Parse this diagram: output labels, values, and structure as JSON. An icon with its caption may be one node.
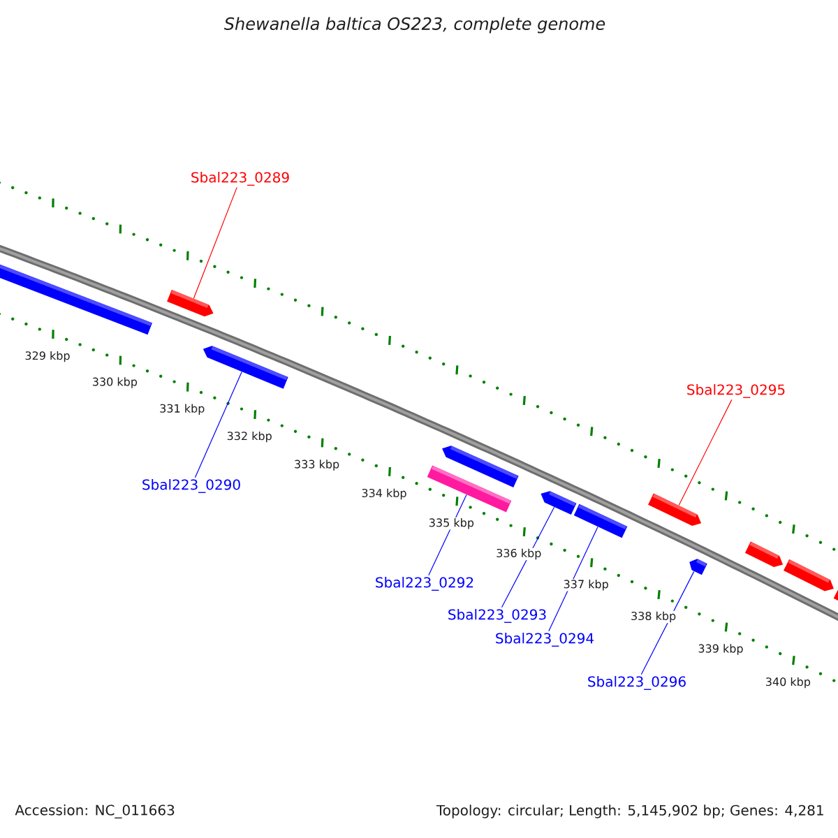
{
  "diagram": {
    "title": "Shewanella baltica OS223, complete genome",
    "nodes": [
      {
        "text": [],
        "shape": "arrow"
      },
      {
        "text": [],
        "shape": "arrow"
      },
      {
        "text": [],
        "shape": "arrow"
      },
      {
        "text": [],
        "shape": "arrow"
      },
      {
        "text": [],
        "shape": "arrow"
      },
      {
        "text": [],
        "shape": "arrow"
      },
      {
        "text": [],
        "shape": "arrow"
      },
      {
        "text": [],
        "shape": "arrow"
      },
      {
        "text": [],
        "shape": "arrow"
      },
      {
        "text": [],
        "shape": "arrow"
      },
      {
        "text": [],
        "shape": "arrow"
      },
      {
        "text": [],
        "shape": "arrow"
      },
      {
        "text": [
          "Sbal223_0289"
        ]
      },
      {
        "text": [
          "Sbal223_0290"
        ]
      },
      {
        "text": [
          "Sbal223_0292"
        ]
      },
      {
        "text": [
          "Sbal223_0293"
        ]
      },
      {
        "text": [
          "Sbal223_0294"
        ]
      },
      {
        "text": [
          "Sbal223_0295"
        ]
      },
      {
        "text": [
          "Sbal223_0296"
        ]
      }
    ],
    "edges": [
      {
        "from": 12,
        "to": 1,
        "arrow": "none",
        "color": "#ff0000"
      },
      {
        "from": 13,
        "to": 2,
        "arrow": "none"
      },
      {
        "from": 14,
        "to": 4,
        "arrow": "none"
      },
      {
        "from": 15,
        "to": 5,
        "arrow": "none"
      },
      {
        "from": 16,
        "to": 6,
        "arrow": "none"
      },
      {
        "from": 17,
        "to": 7,
        "arrow": "none",
        "color": "#ff0000"
      },
      {
        "from": 18,
        "to": 8,
        "arrow": "none"
      }
    ],
    "labels": [
      "329 kbp",
      "330 kbp",
      "331 kbp",
      "332 kbp",
      "333 kbp",
      "334 kbp",
      "335 kbp",
      "336 kbp",
      "337 kbp",
      "338 kbp",
      "339 kbp",
      "340 kbp",
      "Accession: NC_011663",
      "Topology: circular; Length: 5,145,902 bp; Genes: 4,281"
    ]
  }
}
